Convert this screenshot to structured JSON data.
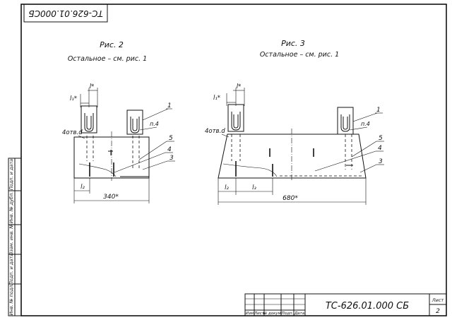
{
  "stamp_top": "ТС-626.01.000СБ",
  "fig2": {
    "title": "Рис. 2",
    "note": "Остальное – см. рис. 1",
    "dim_l_star": "l*",
    "dim_l1_star": "l₁*",
    "label_4otv": "4отв.d",
    "label_p4": "п.4",
    "callout_1": "1",
    "callout_5": "5",
    "callout_4": "4",
    "callout_3": "3",
    "dim_l2": "l₂",
    "dim_width": "340*"
  },
  "fig3": {
    "title": "Рис. 3",
    "note": "Остальное – см. рис. 1",
    "dim_l_star": "l*",
    "dim_l1_star": "l₁*",
    "label_4otv": "4отв.d",
    "label_p4": "п.4",
    "callout_1": "1",
    "callout_5": "5",
    "callout_4": "4",
    "callout_3": "3",
    "dim_l2": "l₂",
    "dim_l3": "l₃",
    "dim_width": "680*"
  },
  "side_stamp": {
    "cells": [
      "Инв. № подл.",
      "Подп. и дата",
      "Взам. инв. №",
      "Инв. № дубл.",
      "Подп. и дата"
    ]
  },
  "title_block": {
    "col_headers": [
      "Изм",
      "Лист",
      "№ докум.",
      "Подп.",
      "Дата"
    ],
    "designation": "ТС-626.01.000 СБ",
    "sheet_label": "Лист",
    "sheet_number": "2"
  }
}
